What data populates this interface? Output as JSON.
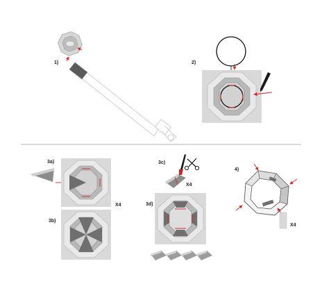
{
  "steps": {
    "step1": "1)",
    "step2": "2)",
    "step3a": "3a)",
    "step3b": "3b)",
    "step3c": "3c)",
    "step3d": "3d)",
    "step4": "4)"
  },
  "multipliers": {
    "m3a": "X4",
    "m3c": "X4",
    "m4": "X4"
  },
  "icons": [
    "telescope-icon",
    "pencil-icon",
    "knife-icon",
    "scissors-icon",
    "circle-template-icon"
  ],
  "colors": {
    "arrow_red": "#d0312d",
    "panel_gray": "#d9d9d9",
    "face_light": "#ececec",
    "face_dark": "#8c8c8c"
  }
}
